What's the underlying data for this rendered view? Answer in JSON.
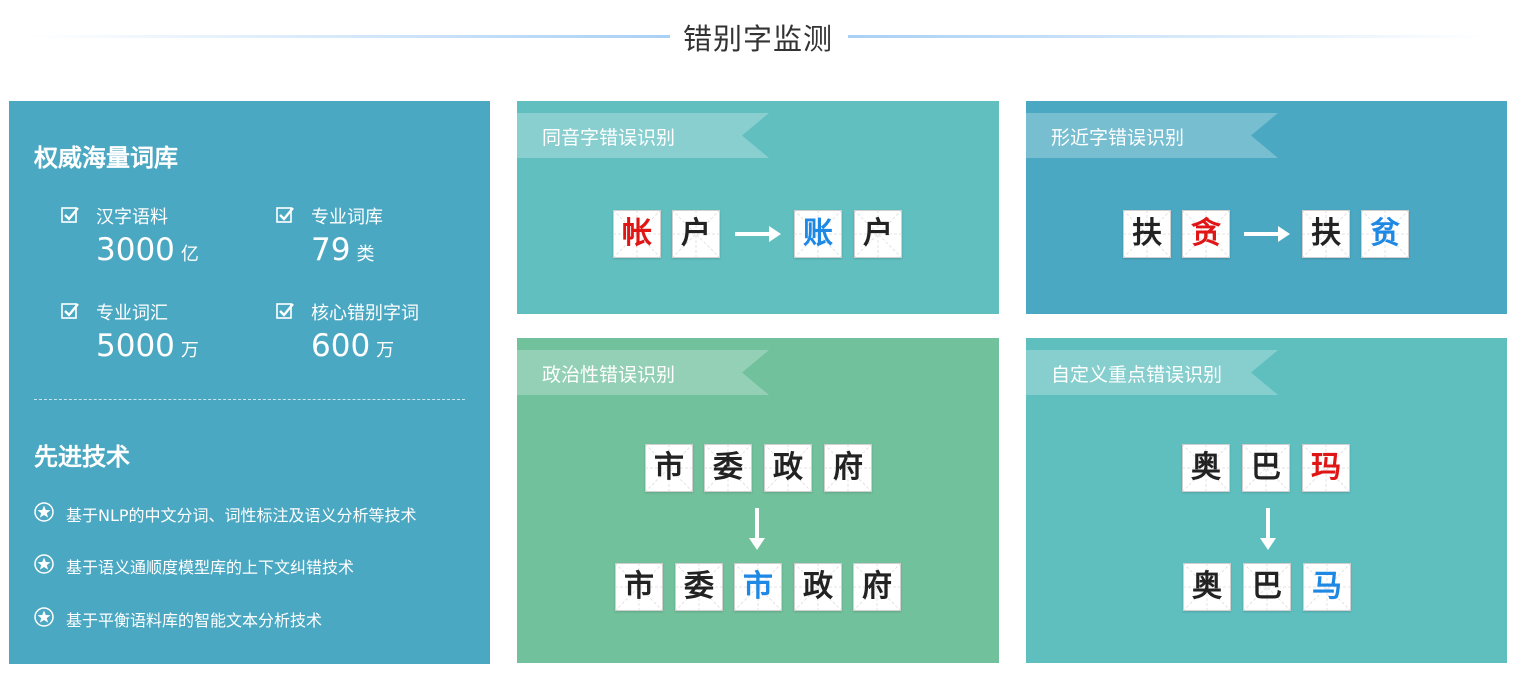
{
  "page_title": "错别字监测",
  "lexicon": {
    "title": "权威海量词库",
    "stats": [
      {
        "label": "汉字语料",
        "value": "3000",
        "unit": "亿"
      },
      {
        "label": "专业词库",
        "value": "79",
        "unit": "类"
      },
      {
        "label": "专业词汇",
        "value": "5000",
        "unit": "万"
      },
      {
        "label": "核心错别字词",
        "value": "600",
        "unit": "万"
      }
    ]
  },
  "tech": {
    "title": "先进技术",
    "items": [
      "基于NLP的中文分词、词性标注及语义分析等技术",
      "基于语义通顺度模型库的上下文纠错技术",
      "基于平衡语料库的智能文本分析技术"
    ]
  },
  "cards": {
    "homophone": {
      "label": "同音字错误识别",
      "wrong": [
        "帐",
        "户"
      ],
      "correct": [
        "账",
        "户"
      ]
    },
    "similar": {
      "label": "形近字错误识别",
      "wrong": [
        "扶",
        "贪"
      ],
      "correct": [
        "扶",
        "贫"
      ]
    },
    "political": {
      "label": "政治性错误识别",
      "wrong": [
        "市",
        "委",
        "政",
        "府"
      ],
      "correct": [
        "市",
        "委",
        "市",
        "政",
        "府"
      ]
    },
    "custom": {
      "label": "自定义重点错误识别",
      "wrong": [
        "奥",
        "巴",
        "玛"
      ],
      "correct": [
        "奥",
        "巴",
        "马"
      ]
    }
  },
  "colors": {
    "left_panel": "#4ba8c2",
    "homophone_card": "#62bfc0",
    "similar_card": "#4ba8c2",
    "political_card": "#71c19c",
    "custom_card": "#5fbfbf",
    "error_char": "#e01515",
    "fixed_char": "#1e88e5"
  },
  "icons": {
    "stat": "checkbox-checked-icon",
    "tech": "star-circle-icon",
    "transform": "arrow-icon"
  }
}
